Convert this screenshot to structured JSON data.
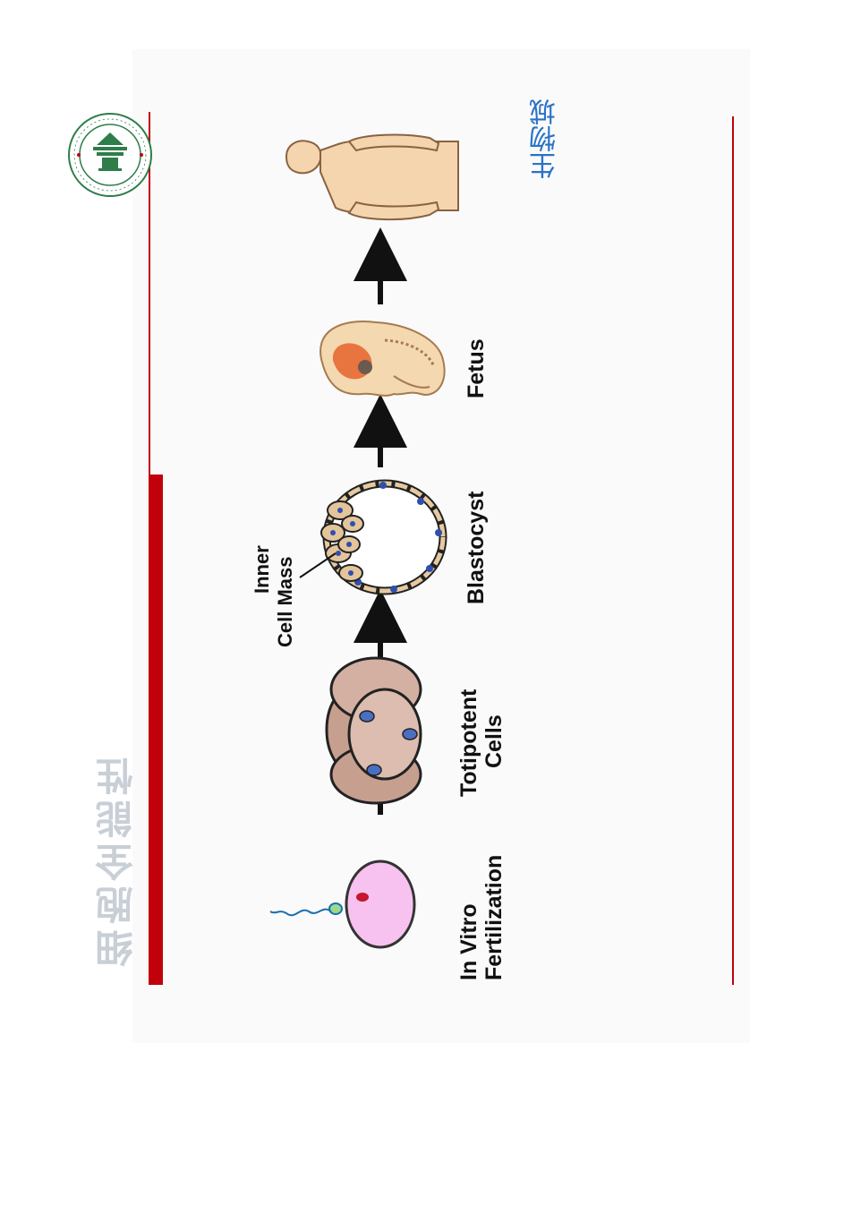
{
  "slide": {
    "title": "细胞全能性",
    "domain_label": "生物城",
    "accent_color": "#c0000a",
    "title_color": "#c9cfd6",
    "label_color": "#2a72c8"
  },
  "logo": {
    "icon": "university-seal-icon"
  },
  "diagram": {
    "stages": [
      {
        "label": "In Vitro\nFertilization",
        "line1": "In Vitro",
        "line2": "Fertilization"
      },
      {
        "label": "Totipotent Cells",
        "line1": "Totipotent",
        "line2": "Cells"
      },
      {
        "label": "Blastocyst",
        "line1": "Blastocyst"
      },
      {
        "label": "Fetus",
        "line1": "Fetus"
      }
    ],
    "annotation": {
      "line1": "Inner",
      "line2": "Cell Mass"
    }
  }
}
